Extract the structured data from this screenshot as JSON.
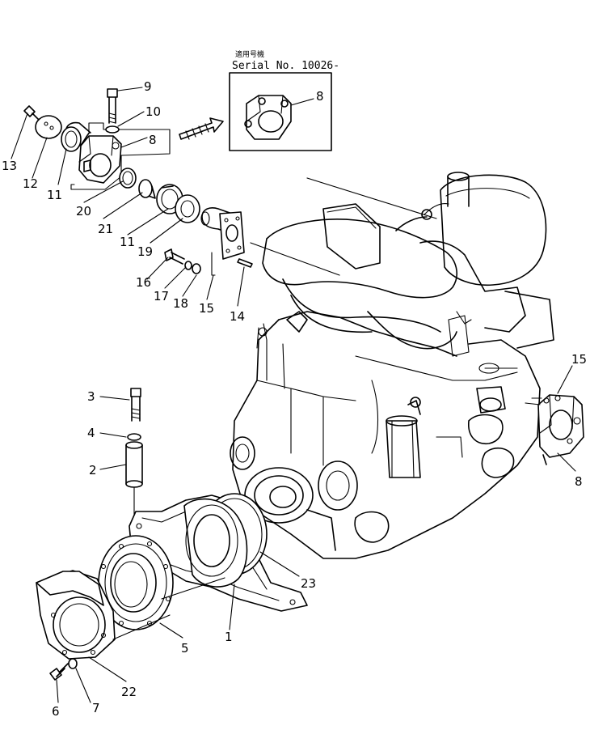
{
  "inset": {
    "applicable_label": "適用号機",
    "serial_label": "Serial No. 10026-",
    "part_number": "8"
  },
  "callouts": {
    "p1": "1",
    "p2": "2",
    "p3": "3",
    "p4": "4",
    "p5": "5",
    "p6": "6",
    "p7": "7",
    "p8a": "8",
    "p8b": "8",
    "p9": "9",
    "p10": "10",
    "p11a": "11",
    "p11b": "11",
    "p12": "12",
    "p13": "13",
    "p14": "14",
    "p15a": "15",
    "p15b": "15",
    "p16": "16",
    "p17": "17",
    "p18": "18",
    "p19": "19",
    "p20": "20",
    "p21": "21",
    "p22": "22",
    "p23": "23"
  }
}
